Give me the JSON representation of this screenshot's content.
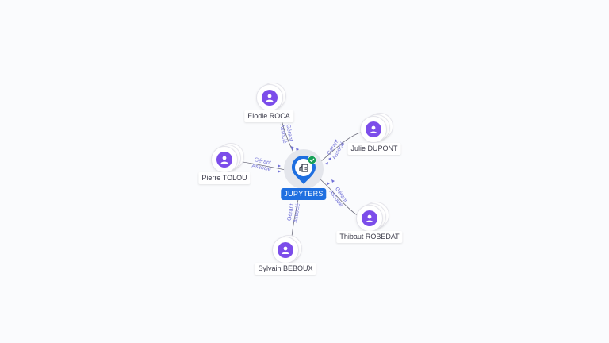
{
  "diagram": {
    "type": "company-relationship-graph",
    "colors": {
      "background": "#fafbfd",
      "person_avatar": "#7c4dea",
      "company_pin": "#1f6fe0",
      "verified_badge": "#18a058",
      "edge_label": "#6f6fd6",
      "edge_line": "#6b6b7a"
    },
    "center": {
      "name": "JUPYTERS",
      "icon": "building-icon",
      "badge": "verified-check-icon"
    },
    "persons": [
      {
        "name": "Elodie ROCA",
        "role_line1": "Gérant",
        "role_line2": "Associé"
      },
      {
        "name": "Julie DUPONT",
        "role_line1": "Gérant",
        "role_line2": "Associé"
      },
      {
        "name": "Pierre TOLOU",
        "role_line1": "Gérant",
        "role_line2": "Associé"
      },
      {
        "name": "Thibaut ROBEDAT",
        "role_line1": "Gérant",
        "role_line2": "Associé"
      },
      {
        "name": "Sylvain BEBOUX",
        "role_line1": "Gérant",
        "role_line2": "Associé"
      }
    ]
  }
}
